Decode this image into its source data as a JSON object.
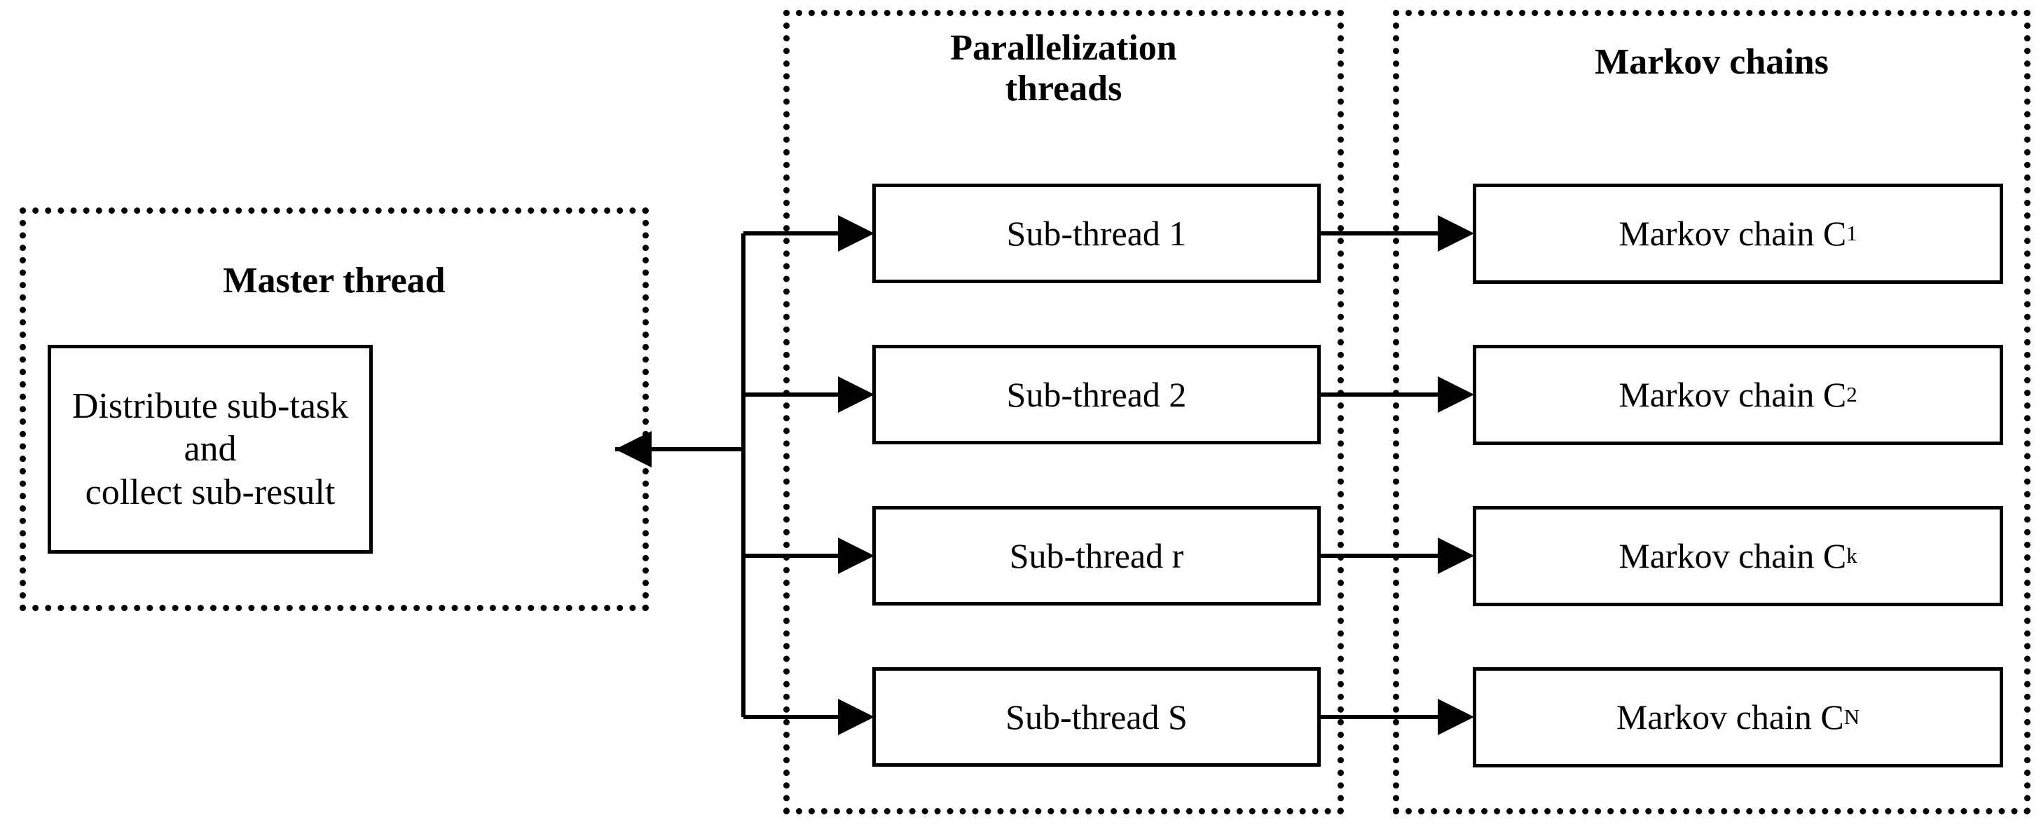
{
  "diagram": {
    "title_master": "Master thread",
    "title_threads": "Parallelization\nthreads",
    "title_chains": "Markov chains",
    "master_node": "Distribute sub-task and\ncollect sub-result",
    "threads": [
      {
        "label": "Sub-thread 1"
      },
      {
        "label": "Sub-thread 2"
      },
      {
        "label": "Sub-thread r"
      },
      {
        "label": "Sub-thread S"
      }
    ],
    "chains": [
      {
        "base": "Markov chain C",
        "subscript": "1"
      },
      {
        "base": "Markov chain C",
        "subscript": "2"
      },
      {
        "base": "Markov chain C",
        "subscript": "k"
      },
      {
        "base": "Markov chain C",
        "subscript": "N"
      }
    ],
    "colors": {
      "stroke": "#000000",
      "background": "#ffffff"
    },
    "connectors": {
      "master_return_arrow": "collect-sub-result-arrow",
      "distribute_bus": "distribute-bus"
    }
  }
}
